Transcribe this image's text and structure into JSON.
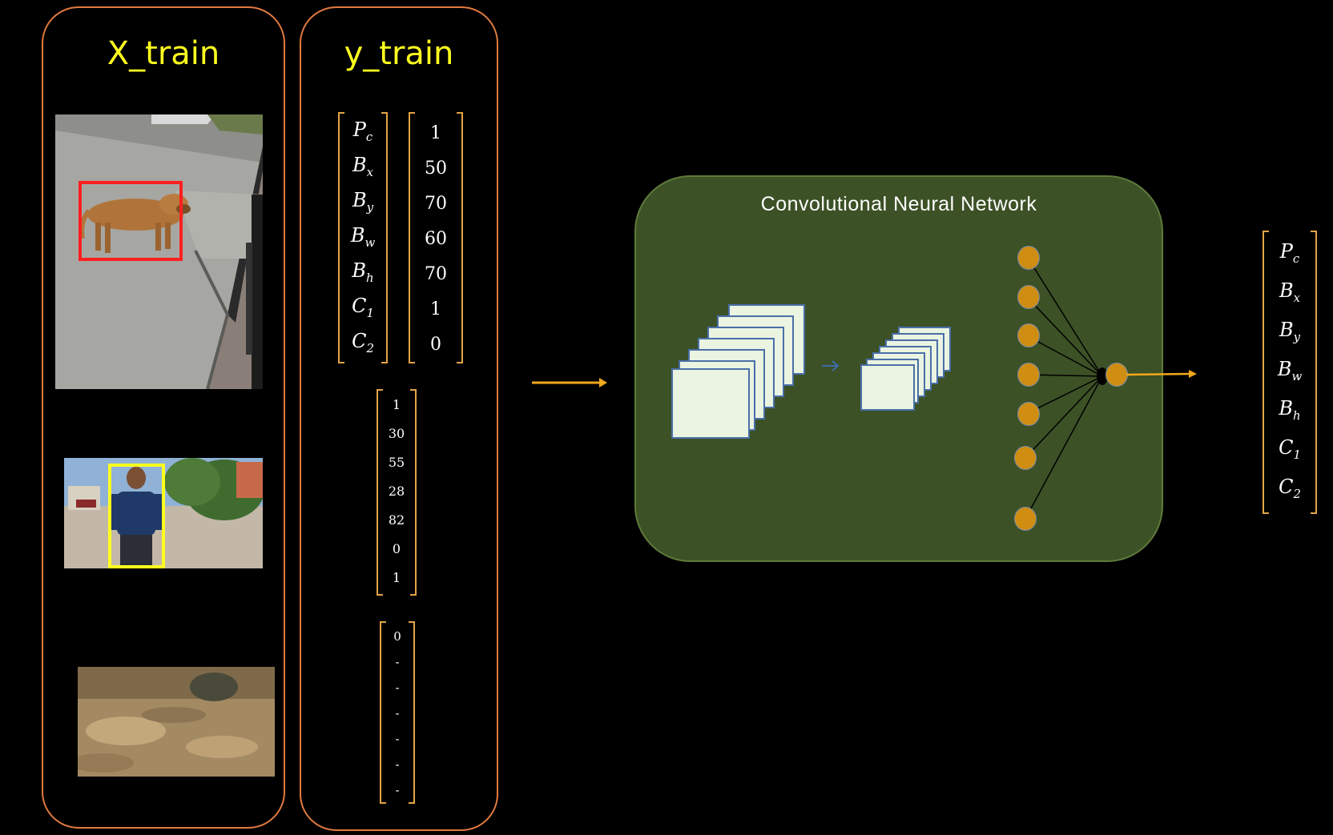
{
  "x_train": {
    "title": "X_train",
    "images": [
      {
        "subject": "dog on pavement",
        "box_color": "#ff1f1f"
      },
      {
        "subject": "person standing outdoors",
        "box_color": "#ffff1f"
      },
      {
        "subject": "dry grass ground",
        "box_color": null
      }
    ]
  },
  "y_train": {
    "title": "y_train",
    "labels": [
      "P_c",
      "B_x",
      "B_y",
      "B_w",
      "B_h",
      "C_1",
      "C_2"
    ],
    "vector1": [
      "1",
      "50",
      "70",
      "60",
      "70",
      "1",
      "0"
    ],
    "vector2": [
      "1",
      "30",
      "55",
      "28",
      "82",
      "0",
      "1"
    ],
    "vector3": [
      "0",
      "-",
      "-",
      "-",
      "-",
      "-",
      "-"
    ]
  },
  "cnn": {
    "title": "Convolutional Neural Network"
  },
  "output_labels": [
    "P_c",
    "B_x",
    "B_y",
    "B_w",
    "B_h",
    "C_1",
    "C_2"
  ],
  "colors": {
    "background": "#000000",
    "panel_border": "#e27a3f",
    "title_yellow": "#ffff1f",
    "bracket": "#e3a446",
    "cnn_bg": "#3c5126",
    "feature_map": "#eaf4e1",
    "node": "#cf8d12",
    "arrow": "#f2a91c"
  },
  "icons": [
    "arrow-right-icon"
  ]
}
